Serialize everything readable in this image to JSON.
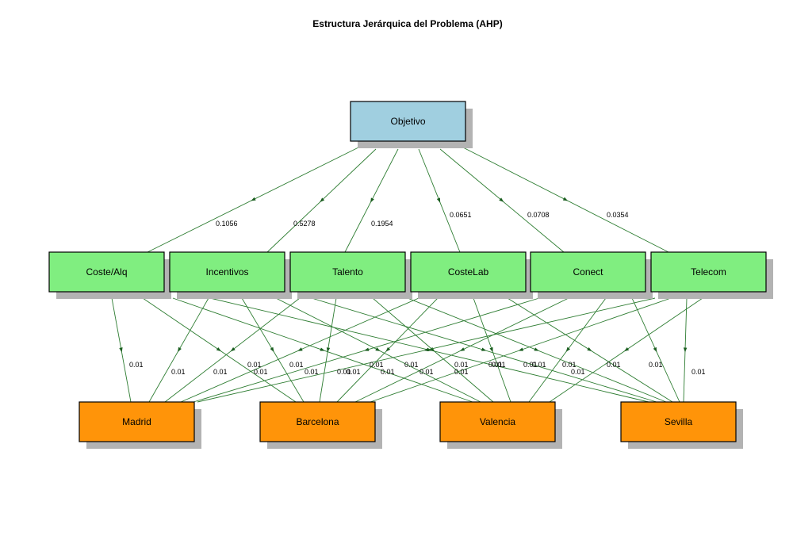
{
  "title": "Estructura Jerárquica del Problema (AHP)",
  "colors": {
    "goal": "#a0cfe0",
    "criteria": "#80ee80",
    "alternatives": "#ff9409",
    "edge": "#2e7d32",
    "shadow": "#b3b3b3"
  },
  "goal": {
    "id": "objetivo",
    "label": "Objetivo"
  },
  "criteria": [
    {
      "id": "coste-alq",
      "label": "Coste/Alq",
      "weight": "0.1056"
    },
    {
      "id": "incentivos",
      "label": "Incentivos",
      "weight": "0.5278"
    },
    {
      "id": "talento",
      "label": "Talento",
      "weight": "0.1954"
    },
    {
      "id": "costelab",
      "label": "CosteLab",
      "weight": "0.0651"
    },
    {
      "id": "conect",
      "label": "Conect",
      "weight": "0.0708"
    },
    {
      "id": "telecom",
      "label": "Telecom",
      "weight": "0.0354"
    }
  ],
  "alternatives": [
    {
      "id": "madrid",
      "label": "Madrid"
    },
    {
      "id": "barcelona",
      "label": "Barcelona"
    },
    {
      "id": "valencia",
      "label": "Valencia"
    },
    {
      "id": "sevilla",
      "label": "Sevilla"
    }
  ],
  "alternative_weight": "0.01"
}
